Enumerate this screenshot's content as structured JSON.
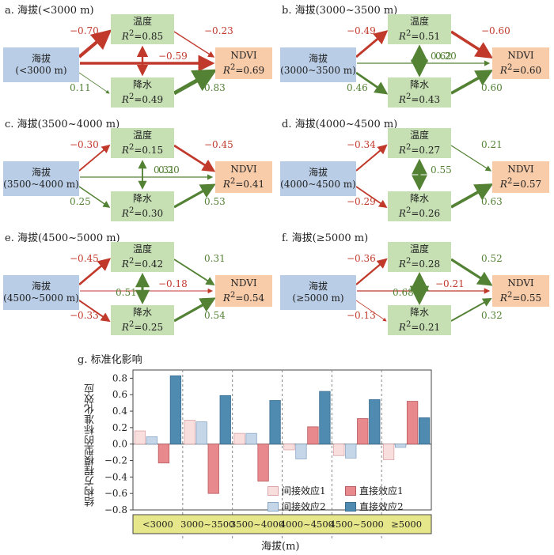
{
  "labels": {
    "altitude": "海拔",
    "temp": "温度",
    "prec": "降水",
    "ndvi": "NDVI",
    "r2_prefix": "R",
    "r2_sup": "2",
    "r2_eq": "="
  },
  "panels": [
    {
      "title": "a. 海拔(<3000 m)",
      "alt_range": "(<3000 m)",
      "r2_temp": "0.85",
      "r2_prec": "0.49",
      "r2_ndvi": "0.69",
      "p_alt_temp": "−0.70",
      "p_alt_prec": "0.11",
      "p_alt_ndvi": "−0.59",
      "p_temp_prec": "",
      "p_prec_temp": "",
      "p_temp_ndvi": "−0.23",
      "p_prec_ndvi": "0.83"
    },
    {
      "title": "b. 海拔(3000~3500 m)",
      "alt_range": "(3000~3500 m)",
      "r2_temp": "0.51",
      "r2_prec": "0.43",
      "r2_ndvi": "0.60",
      "p_alt_temp": "−0.49",
      "p_alt_prec": "0.46",
      "p_alt_ndvi": "0.20",
      "p_temp_prec": "0.62",
      "p_prec_temp": "",
      "p_temp_ndvi": "−0.60",
      "p_prec_ndvi": "0.60"
    },
    {
      "title": "c. 海拔(3500~4000 m)",
      "alt_range": "(3500~4000 m)",
      "r2_temp": "0.15",
      "r2_prec": "0.30",
      "r2_ndvi": "0.41",
      "p_alt_temp": "−0.30",
      "p_alt_prec": "0.25",
      "p_alt_ndvi": "0.20",
      "p_temp_prec": "0.31",
      "p_prec_temp": "",
      "p_temp_ndvi": "−0.45",
      "p_prec_ndvi": "0.53"
    },
    {
      "title": "d. 海拔(4000~4500 m)",
      "alt_range": "(4000~4500 m)",
      "r2_temp": "0.27",
      "r2_prec": "0.26",
      "r2_ndvi": "0.57",
      "p_alt_temp": "−0.34",
      "p_alt_prec": "−0.29",
      "p_alt_ndvi": "",
      "p_temp_prec": "0.55",
      "p_prec_temp": "",
      "p_temp_ndvi": "0.21",
      "p_prec_ndvi": "0.63"
    },
    {
      "title": "e. 海拔(4500~5000 m)",
      "alt_range": "(4500~5000 m)",
      "r2_temp": "0.42",
      "r2_prec": "0.25",
      "r2_ndvi": "0.54",
      "p_alt_temp": "−0.45",
      "p_alt_prec": "−0.33",
      "p_alt_ndvi": "−0.18",
      "p_temp_prec": "",
      "p_prec_temp": "0.51",
      "p_temp_ndvi": "0.31",
      "p_prec_ndvi": "0.54"
    },
    {
      "title": "f. 海拔(≥5000 m)",
      "alt_range": "(≥5000 m)",
      "r2_temp": "0.28",
      "r2_prec": "0.21",
      "r2_ndvi": "0.55",
      "p_alt_temp": "−0.36",
      "p_alt_prec": "−0.13",
      "p_alt_ndvi": "−0.21",
      "p_temp_prec": "",
      "p_prec_temp": "0.68",
      "p_temp_ndvi": "0.52",
      "p_prec_ndvi": "0.32"
    }
  ],
  "colors": {
    "negative": "#c0392b",
    "positive": "#548235",
    "alt_box": "#b9cde6",
    "mid_box": "#c6e0b4",
    "ndvi_box": "#f8cba9",
    "indirect1": "#f9dede",
    "direct1": "#e8898d",
    "indirect2": "#c5d6e8",
    "direct2": "#4f8ab0",
    "xband": "#e6e68a"
  },
  "chart_data": {
    "type": "bar",
    "title": "g. 标准化影响",
    "xlabel": "海拔(m)",
    "ylabel": "结构方程模型的标准化效应",
    "ylim": [
      -0.8,
      0.9
    ],
    "yticks": [
      "0.8",
      "0.6",
      "0.4",
      "0.2",
      "0.0",
      "−0.2",
      "−0.4",
      "−0.6",
      "−0.8"
    ],
    "categories": [
      "<3000",
      "3000~3500",
      "3500~4000",
      "4000~4500",
      "4500~5000",
      "≥5000"
    ],
    "series": [
      {
        "name": "间接效应1",
        "values": [
          0.16,
          0.29,
          0.13,
          -0.07,
          -0.14,
          -0.19
        ]
      },
      {
        "name": "间接效应2",
        "values": [
          0.09,
          0.27,
          0.13,
          -0.18,
          -0.17,
          -0.04
        ]
      },
      {
        "name": "直接效应1",
        "values": [
          -0.23,
          -0.6,
          -0.45,
          0.21,
          0.31,
          0.52
        ]
      },
      {
        "name": "直接效应2",
        "values": [
          0.83,
          0.59,
          0.53,
          0.64,
          0.54,
          0.32
        ]
      }
    ],
    "legend": "bottom-right",
    "grid": false
  }
}
